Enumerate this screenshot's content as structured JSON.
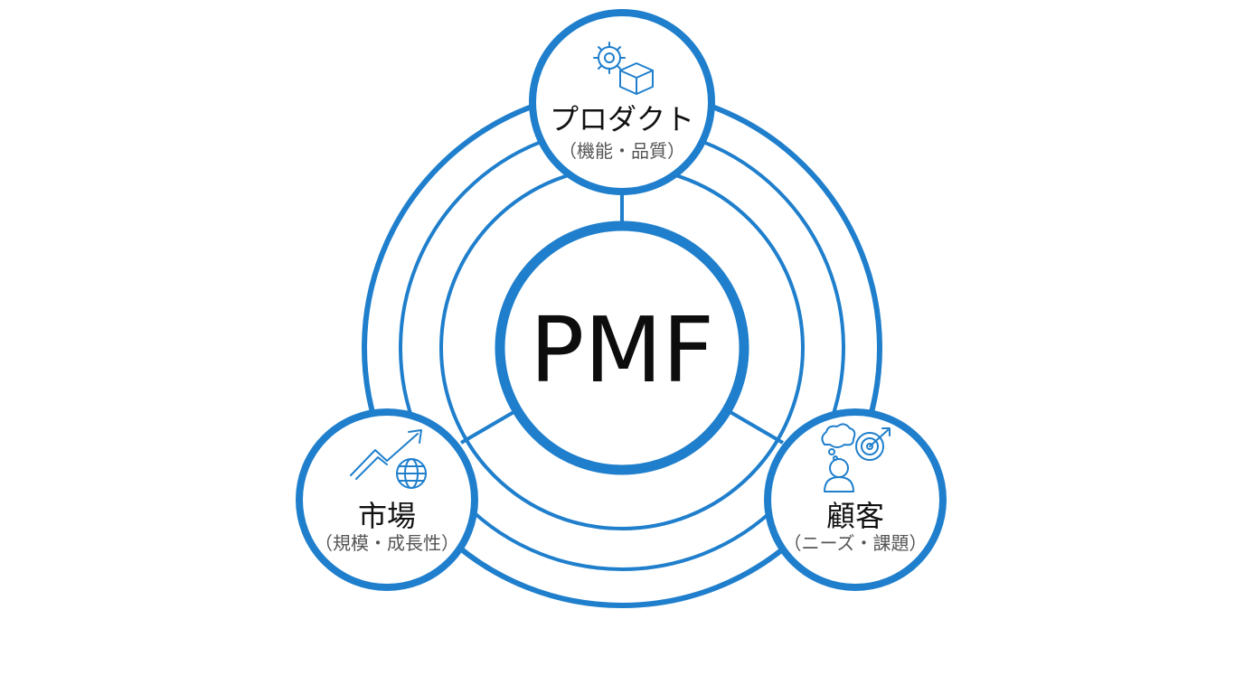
{
  "center": {
    "label": "PMF"
  },
  "nodes": {
    "product": {
      "label": "プロダクト",
      "sublabel": "（機能・品質）",
      "icon": "gear-box-icon"
    },
    "market": {
      "label": "市場",
      "sublabel": "（規模・成長性）",
      "icon": "growth-globe-icon"
    },
    "customer": {
      "label": "顧客",
      "sublabel": "（ニーズ・課題）",
      "icon": "person-target-icon"
    }
  },
  "colors": {
    "accent": "#1f7fcc",
    "text": "#111111",
    "subtext": "#555555",
    "background": "#ffffff"
  }
}
